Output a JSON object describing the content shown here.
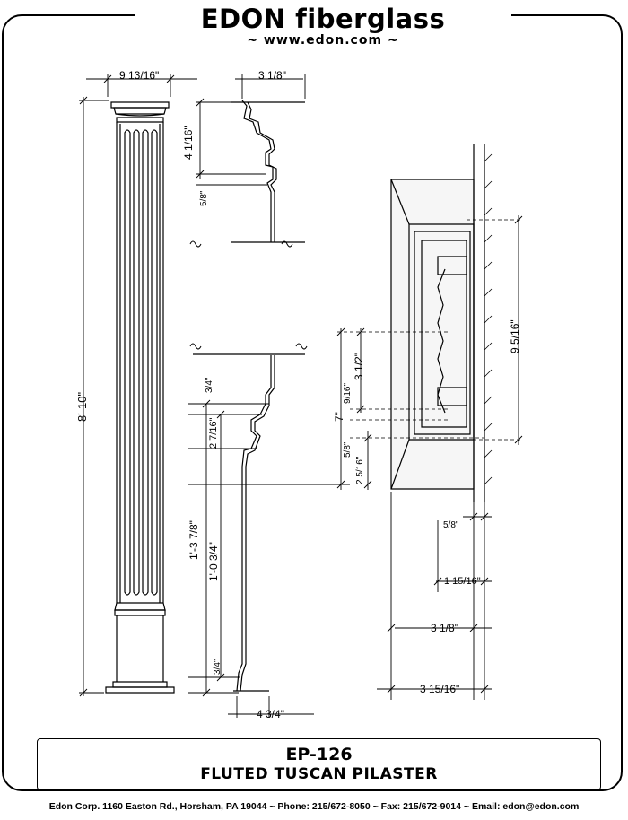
{
  "header": {
    "brand": "EDON fiberglass",
    "website": "~ www.edon.com ~"
  },
  "dimensions": {
    "overall_width": "9 13/16\"",
    "capital_projection": "3 1/8\"",
    "capital_height": "4 1/16\"",
    "capital_step": "5/8\"",
    "overall_height": "8'-10\"",
    "base_top_step": "3/4\"",
    "base_upper": "2 7/16\"",
    "base_total": "1'-3 7/8\"",
    "base_body": "1'-0 3/4\"",
    "base_bottom_step": "3/4\"",
    "base_projection": "4 3/4\"",
    "detail_height": "9 5/16\"",
    "detail_seven": "7\"",
    "detail_three_half": "3 1/2\"",
    "detail_nine_sixteenths": "9/16\"",
    "detail_five_eighths_v": "5/8\"",
    "detail_two_five": "2 5/16\"",
    "detail_five_eighths_h": "5/8\"",
    "detail_one_fifteen": "1 15/16\"",
    "detail_three_eighth": "3 1/8\"",
    "detail_three_fifteen": "3 15/16\""
  },
  "title_block": {
    "model": "EP-126",
    "name": "FLUTED TUSCAN PILASTER"
  },
  "footer": {
    "contact": "Edon Corp. 1160 Easton Rd., Horsham, PA 19044 ~ Phone: 215/672-8050 ~ Fax: 215/672-9014 ~ Email: edon@edon.com"
  }
}
